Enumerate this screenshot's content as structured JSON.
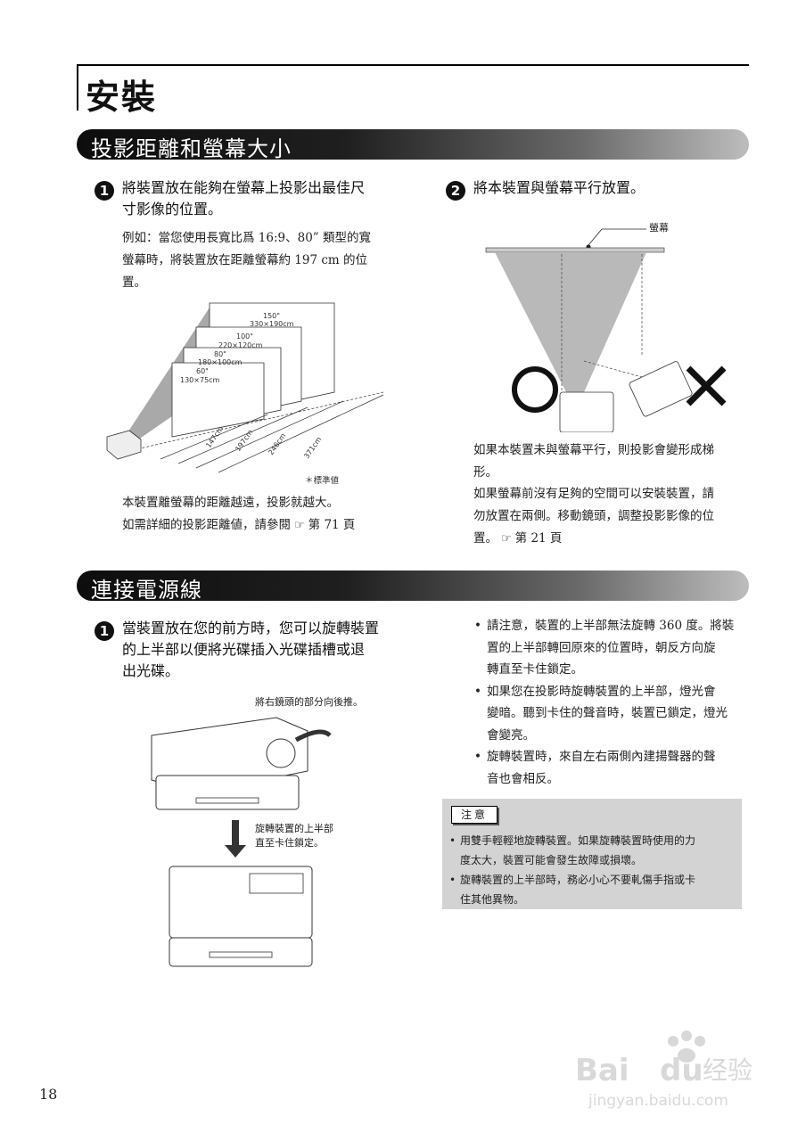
{
  "page": {
    "title": "安裝",
    "page_number": "18"
  },
  "section1": {
    "title": "投影距離和螢幕大小",
    "step1": {
      "num": "1",
      "text_l1": "將裝置放在能夠在螢幕上投影出最佳尺",
      "text_l2": "寸影像的位置。",
      "example_l1": "例如：當您使用長寬比爲 16:9、80” 類型的寬",
      "example_l2": "螢幕時，將裝置放在距離螢幕約 197 cm 的位",
      "example_l3": "置。",
      "figure": {
        "sizes": [
          "150\"",
          "330×190cm",
          "100\"",
          "220×120cm",
          "80\"",
          "180×100cm",
          "60\"",
          "130×75cm"
        ],
        "distances": [
          "147cm",
          "197cm",
          "246cm",
          "371cm"
        ],
        "footnote": "＊標準値"
      },
      "note_l1": "本裝置離螢幕的距離越遠，投影就越大。",
      "note_l2_pre": "如需詳細的投影距離値，請參閱",
      "note_l2_post": "第 71 頁"
    },
    "step2": {
      "num": "2",
      "text": "將本裝置與螢幕平行放置。",
      "figure": {
        "screen_label": "螢幕",
        "ok_mark": "○",
        "ng_mark": "✕"
      },
      "para1_l1": "如果本裝置未與螢幕平行，則投影會變形成梯",
      "para1_l2": "形。",
      "para2_l1": "如果螢幕前沒有足夠的空間可以安裝裝置，請",
      "para2_l2": "勿放置在兩側。移動鏡頭，調整投影影像的位",
      "para2_l3_pre": "置。",
      "para2_l3_post": "第 21 頁"
    }
  },
  "section2": {
    "title": "連接電源線",
    "step1": {
      "num": "1",
      "text_l1": "當裝置放在您的前方時，您可以旋轉裝置",
      "text_l2": "的上半部以便將光碟插入光碟插槽或退",
      "text_l3": "出光碟。",
      "figure": {
        "caption_top": "將右鏡頭的部分向後推。",
        "caption_mid_l1": "旋轉裝置的上半部",
        "caption_mid_l2": "直至卡住鎖定。"
      }
    },
    "bullets": [
      [
        "請注意，裝置的上半部無法旋轉 360 度。將裝",
        "置的上半部轉回原來的位置時，朝反方向旋",
        "轉直至卡住鎖定。"
      ],
      [
        "如果您在投影時旋轉裝置的上半部，燈光會",
        "變暗。聽到卡住的聲音時，裝置已鎖定，燈光",
        "會變亮。"
      ],
      [
        "旋轉裝置時，來自左右兩側內建揚聲器的聲",
        "音也會相反。"
      ]
    ],
    "caution": {
      "label": "注意",
      "items": [
        [
          "用雙手輕輕地旋轉裝置。如果旋轉裝置時使用的力",
          "度太大，裝置可能會發生故障或損壞。"
        ],
        [
          "旋轉裝置的上半部時，務必小心不要軋傷手指或卡",
          "住其他異物。"
        ]
      ]
    }
  },
  "watermark": {
    "brand": "Bai",
    "brand2": "du",
    "cn": "经验",
    "url": "jingyan.baidu.com"
  },
  "ref_icon": "☞"
}
